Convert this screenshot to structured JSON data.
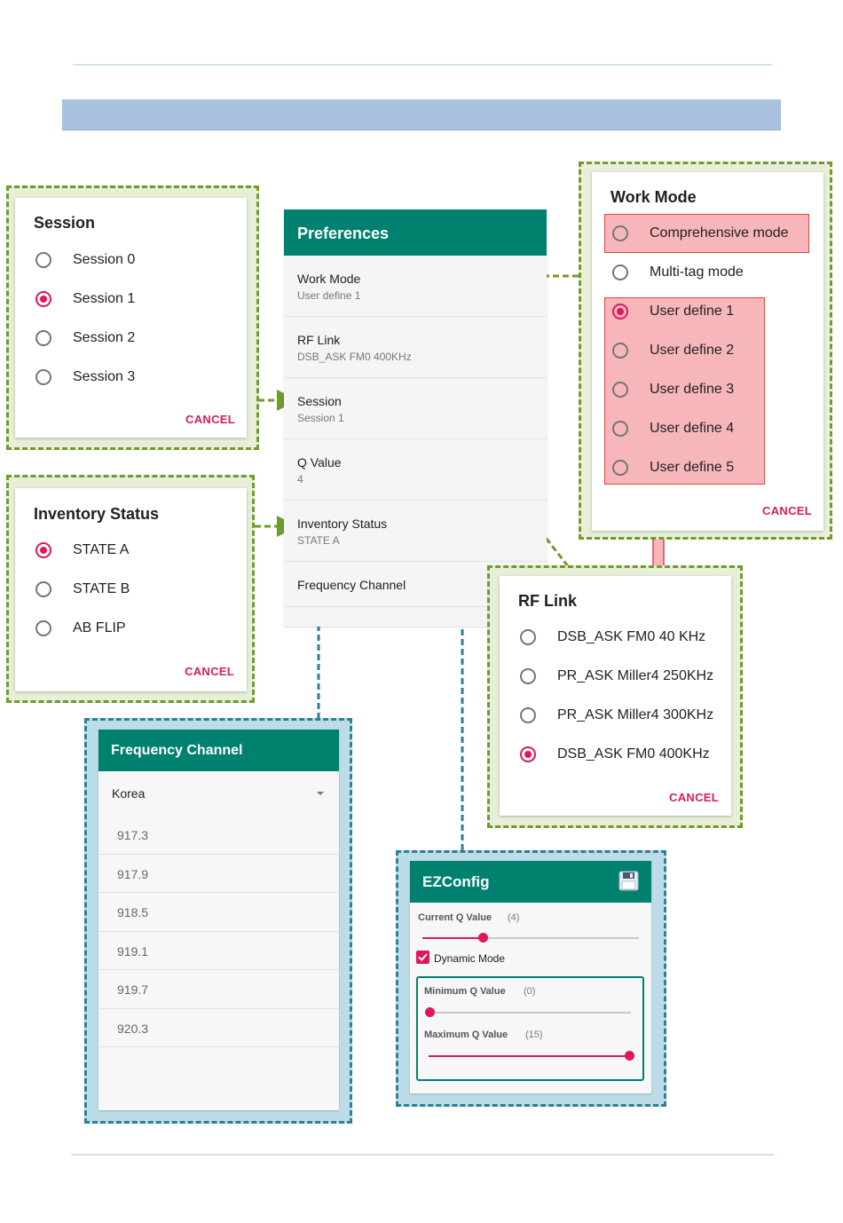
{
  "session_dialog": {
    "title": "Session",
    "options": [
      "Session 0",
      "Session 1",
      "Session 2",
      "Session 3"
    ],
    "selected_index": 1,
    "cancel": "CANCEL"
  },
  "inventory_dialog": {
    "title": "Inventory Status",
    "options": [
      "STATE A",
      "STATE B",
      "AB FLIP"
    ],
    "selected_index": 0,
    "cancel": "CANCEL"
  },
  "preferences": {
    "title": "Preferences",
    "items": [
      {
        "title": "Work Mode",
        "summary": "User define 1"
      },
      {
        "title": "RF Link",
        "summary": "DSB_ASK FM0 400KHz"
      },
      {
        "title": "Session",
        "summary": "Session 1"
      },
      {
        "title": "Q Value",
        "summary": "4"
      },
      {
        "title": "Inventory Status",
        "summary": "STATE A"
      },
      {
        "title": "Frequency Channel",
        "summary": ""
      }
    ]
  },
  "work_mode_dialog": {
    "title": "Work Mode",
    "options": [
      "Comprehensive mode",
      "Multi-tag mode",
      "User define 1",
      "User define 2",
      "User define 3",
      "User define 4",
      "User define 5"
    ],
    "selected_index": 2,
    "cancel": "CANCEL"
  },
  "rf_link_dialog": {
    "title": "RF Link",
    "options": [
      "DSB_ASK FM0 40 KHz",
      "PR_ASK Miller4 250KHz",
      "PR_ASK Miller4 300KHz",
      "DSB_ASK FM0 400KHz"
    ],
    "selected_index": 3,
    "cancel": "CANCEL"
  },
  "frequency_channel": {
    "title": "Frequency Channel",
    "region": "Korea",
    "channels": [
      "917.3",
      "917.9",
      "918.5",
      "919.1",
      "919.7",
      "920.3"
    ]
  },
  "ezconfig": {
    "title": "EZConfig",
    "current_q_label": "Current Q Value",
    "current_q_value": "(4)",
    "current_q_fraction": 0.27,
    "dynamic_mode_label": "Dynamic Mode",
    "dynamic_mode_checked": true,
    "min_q_label": "Minimum Q Value",
    "min_q_value": "(0)",
    "min_q_fraction": 0.0,
    "max_q_label": "Maximum Q Value",
    "max_q_value": "(15)",
    "max_q_fraction": 1.0
  },
  "colors": {
    "accent": "#e0175c",
    "app_bar": "#00806f",
    "frame_green": "#6f9a2e",
    "frame_blue": "#2e7f97",
    "highlight": "#f7b7ba"
  }
}
